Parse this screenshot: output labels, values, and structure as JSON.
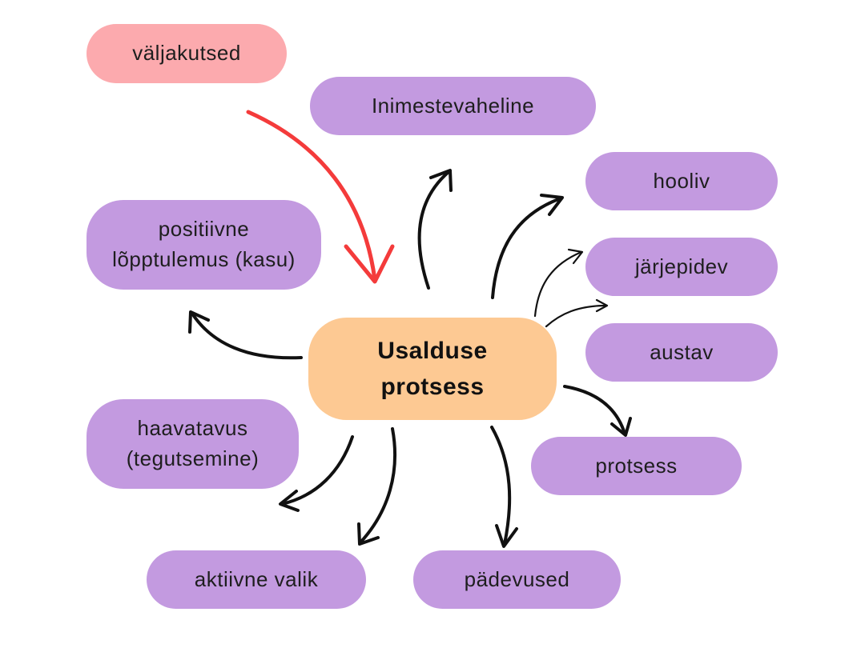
{
  "diagram": {
    "center": {
      "line1": "Usalduse",
      "line2": "protsess"
    },
    "challenges": "väljakutsed",
    "nodes": {
      "inimestevaheline": "Inimestevaheline",
      "hooliv": "hooliv",
      "jarjepidev": "järjepidev",
      "austav": "austav",
      "protsess": "protsess",
      "padevused": "pädevused",
      "aktiivne_valik": "aktiivne valik",
      "haavatavus": {
        "line1": "haavatavus",
        "line2": "(tegutsemine)"
      },
      "positiivne": {
        "line1": "positiivne",
        "line2": "lõpptulemus (kasu)"
      }
    },
    "colors": {
      "node_fill": "#c39ae0",
      "center_fill": "#fdc993",
      "challenge_fill": "#fcaaae",
      "arrow": "#111111",
      "challenge_arrow": "#f43b3b"
    }
  }
}
